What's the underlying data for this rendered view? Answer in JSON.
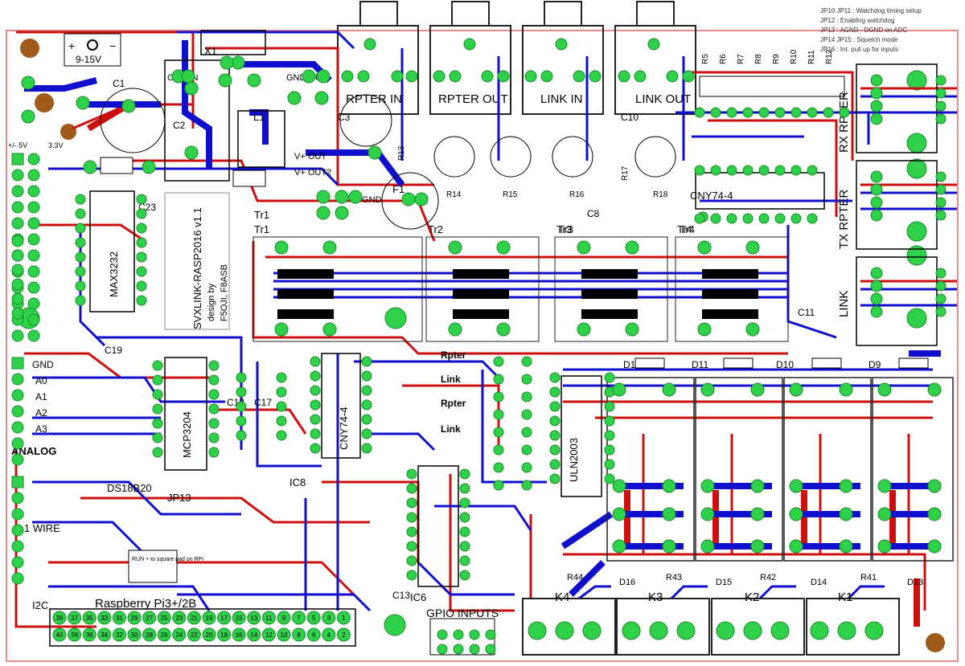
{
  "power": {
    "supply_label": "9-15V",
    "plus": "+",
    "minus": "−"
  },
  "connectors_top": [
    "RPTER IN",
    "RPTER OUT",
    "LINK IN",
    "LINK OUT"
  ],
  "jumper_notes": [
    "JP10 JP11 : Watchdog timing setup",
    "JP12 : Enabling watchdog",
    "JP13 : AGND - DGND on ADC",
    "JP14 JP15 : Squelch mode",
    "JP16 : Int. pull up for inputs"
  ],
  "board_title": {
    "name": "SVXLINK-RASP2016 v1.1",
    "design": "design by",
    "author": "F5OJI, F8ASB"
  },
  "headers_left": [
    "ANALOG",
    "1 WIRE",
    "I2C"
  ],
  "left_labels": [
    "GND",
    "A0",
    "A1",
    "A2",
    "A3",
    "+/- 5V",
    "3.3V"
  ],
  "rj_labels": [
    "RX RPTER",
    "TX RPTER",
    "LINK"
  ],
  "ic_labels": [
    "MAX3232",
    "MCP3204",
    "ULN2003",
    "CNY74-4",
    "CNY74-4",
    "IC8",
    "IC6",
    "DS18B20",
    "JP13",
    "L1",
    "X1",
    "F1",
    "Tr1",
    "Tr3",
    "Tr4"
  ],
  "transformer_labels": [
    "Tr1",
    "Tr2",
    "Tr3",
    "Tr4"
  ],
  "cap_labels": [
    "C1",
    "C2",
    "C3",
    "C8",
    "C10",
    "C11",
    "C13",
    "C17",
    "C18",
    "C19",
    "C23"
  ],
  "resistors_top": [
    "R5",
    "R6",
    "R7",
    "R8",
    "R9",
    "R10",
    "R11",
    "R12",
    "R13",
    "R14",
    "R15",
    "R16",
    "R17",
    "R18"
  ],
  "status_inputs": [
    "Rpter",
    "Link",
    "Rpter",
    "Link"
  ],
  "diodes_relay": [
    "D12",
    "D11",
    "D10",
    "D9"
  ],
  "relays": [
    "K4",
    "K3",
    "K2",
    "K1"
  ],
  "relay_resistors": [
    "R44",
    "R43",
    "R42",
    "R41"
  ],
  "relay_diodes": [
    "D16",
    "D15",
    "D14",
    "D13"
  ],
  "bottom": {
    "rpi_label": "Raspberry Pi3+/2B",
    "gpio_label": "GPIO INPUTS",
    "run_note": "RUN + to square pad on RPi"
  },
  "pwr_labels": [
    "GND IN",
    "GND OUT",
    "V+ OUT",
    "V+ OUT2",
    "GND"
  ],
  "rpi_pins_top": [
    "39",
    "37",
    "35",
    "33",
    "31",
    "29",
    "27",
    "25",
    "23",
    "21",
    "19",
    "17",
    "15",
    "13",
    "11",
    "9",
    "7",
    "5",
    "3",
    "1"
  ],
  "rpi_pins_bottom": [
    "40",
    "38",
    "36",
    "34",
    "32",
    "30",
    "28",
    "26",
    "24",
    "22",
    "20",
    "18",
    "16",
    "14",
    "12",
    "10",
    "8",
    "6",
    "4",
    "2"
  ],
  "colors": {
    "board_outline": "#e88a8a",
    "top_copper": "#1010cc",
    "bottom_copper": "#cc1010",
    "pad": "#2fd14a",
    "mount_hole": "#a05a1a",
    "silk": "#000000"
  }
}
